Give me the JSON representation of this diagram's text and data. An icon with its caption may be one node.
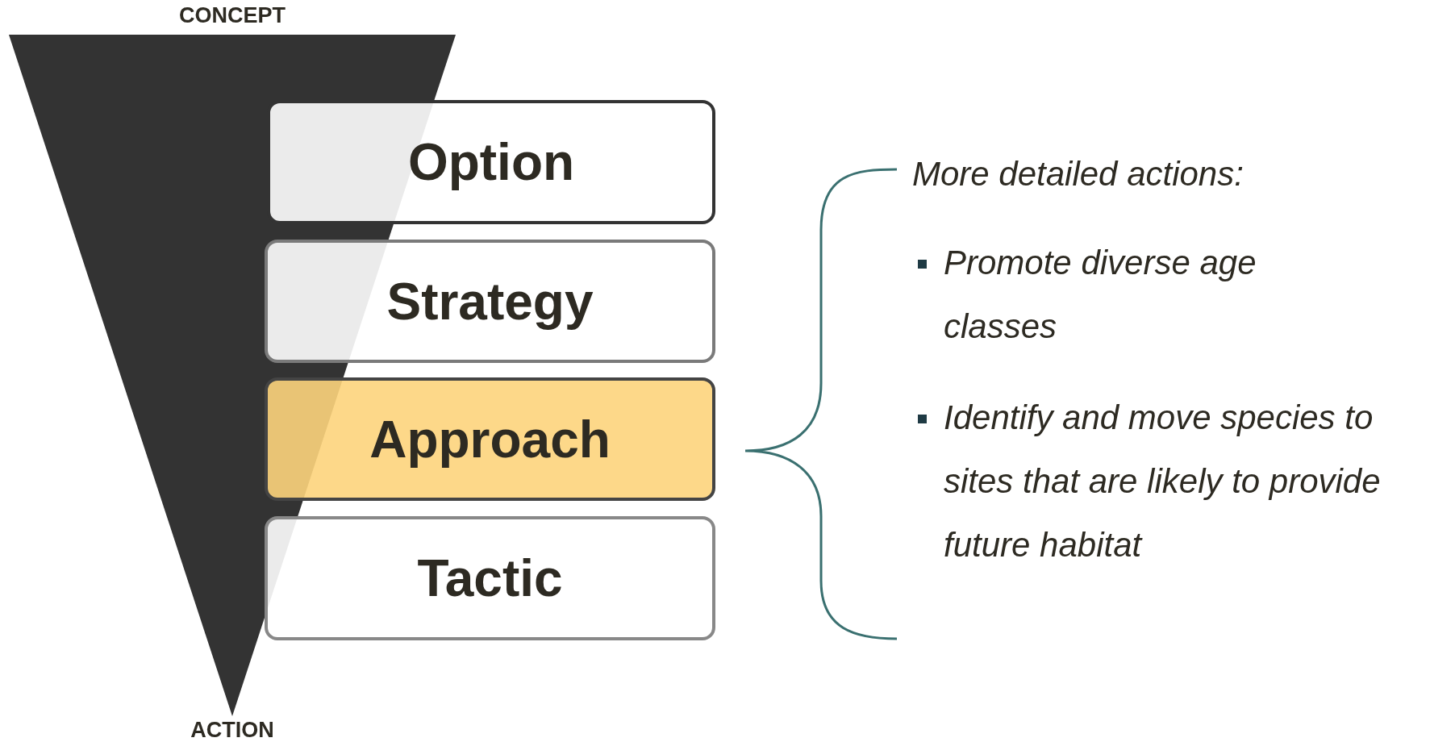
{
  "diagram": {
    "nodes": [
      {
        "text": [],
        "shape": "triangle"
      },
      {
        "text": [
          "Option"
        ]
      },
      {
        "text": [
          "Strategy"
        ]
      },
      {
        "text": [
          "Approach"
        ]
      },
      {
        "text": [
          "Tactic"
        ]
      }
    ],
    "edges": [],
    "labels": [
      "CONCEPT",
      "More detailed actions:",
      "Promote diverse age classes",
      "Identify and move species to sites that are likely to provide future habitat",
      "ACTION"
    ]
  }
}
